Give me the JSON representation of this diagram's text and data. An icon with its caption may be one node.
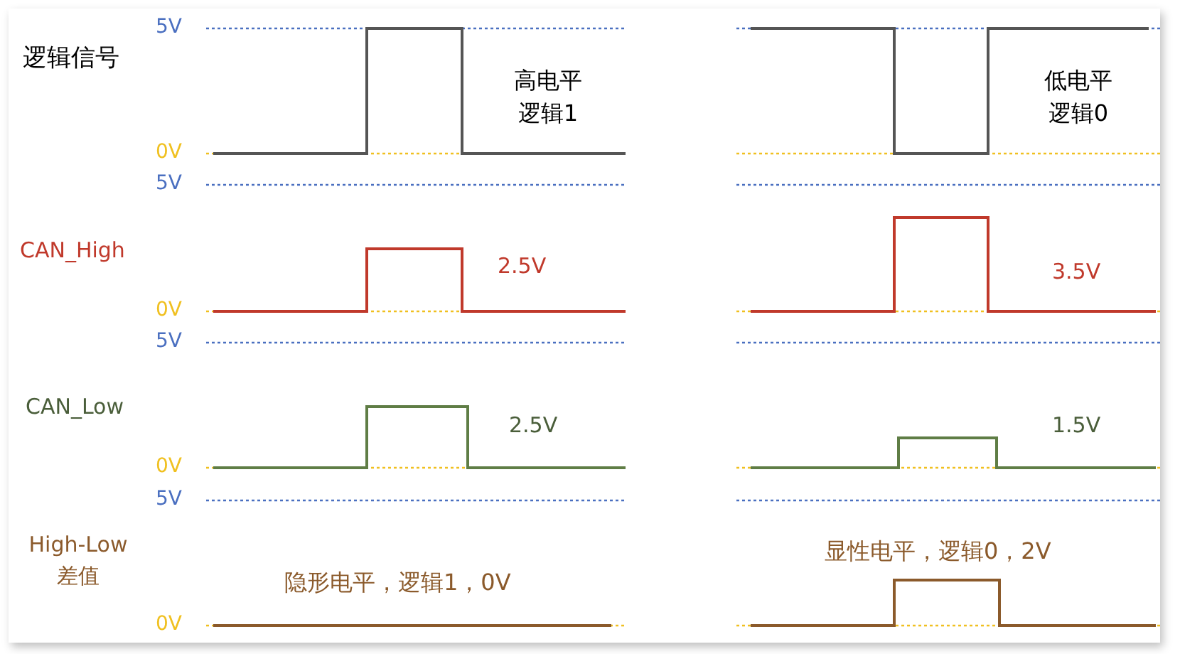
{
  "diagram": {
    "labels": [
      "5V",
      "逻辑信号",
      "高电平逻辑1",
      "低电平逻辑0",
      "0V",
      "5V",
      "CAN_High",
      "2.5V",
      "3.5V",
      "0V",
      "5V",
      "CAN_Low",
      "2.5V",
      "1.5V",
      "0V",
      "5V",
      "High-Low 差值",
      "隐形电平，逻辑1，0V",
      "显性电平，逻辑0，2V",
      "0V"
    ]
  }
}
